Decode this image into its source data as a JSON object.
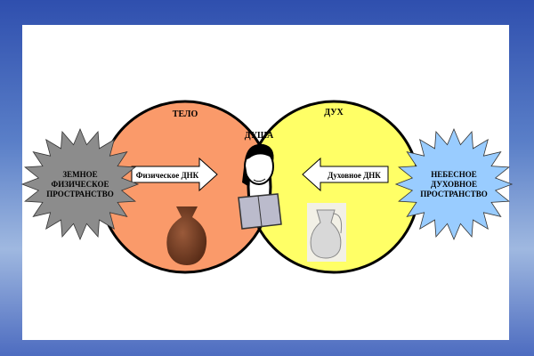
{
  "diagram": {
    "body_label": "ТЕЛО",
    "spirit_label": "ДУХ",
    "soul_label": "ДУША",
    "left_arrow": "Физическое ДНК",
    "right_arrow": "Духовное ДНК",
    "left_star": [
      "ЗЕМНОЕ",
      "ФИЗИЧЕСКОЕ",
      "ПРОСТРАНСТВО"
    ],
    "right_star": [
      "НЕБЕСНОЕ",
      "ДУХОВНОЕ",
      "ПРОСТРАНСТВО"
    ]
  },
  "colors": {
    "body": "#fa9a6a",
    "spirit": "#ffff66",
    "earth": "#8c8c8c",
    "heaven": "#99ccff"
  }
}
